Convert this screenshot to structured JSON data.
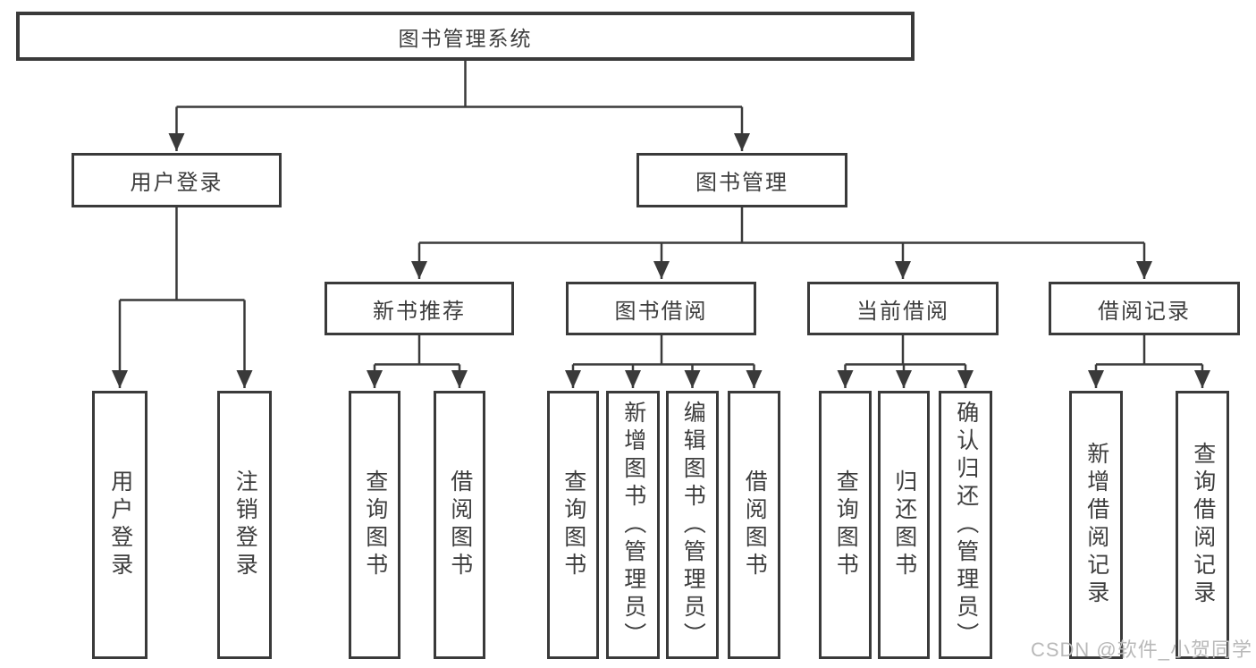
{
  "tree": {
    "root": {
      "label": "图书管理系统",
      "children": [
        {
          "label": "用户登录",
          "children": [
            {
              "label": "用户登录"
            },
            {
              "label": "注销登录"
            }
          ]
        },
        {
          "label": "图书管理",
          "children": [
            {
              "label": "新书推荐",
              "children": [
                {
                  "label": "查询图书"
                },
                {
                  "label": "借阅图书"
                }
              ]
            },
            {
              "label": "图书借阅",
              "children": [
                {
                  "label": "查询图书"
                },
                {
                  "label": "新增图书（管理员）"
                },
                {
                  "label": "编辑图书（管理员）"
                },
                {
                  "label": "借阅图书"
                }
              ]
            },
            {
              "label": "当前借阅",
              "children": [
                {
                  "label": "查询图书"
                },
                {
                  "label": "归还图书"
                },
                {
                  "label": "确认归还（管理员）"
                }
              ]
            },
            {
              "label": "借阅记录",
              "children": [
                {
                  "label": "新增借阅记录"
                },
                {
                  "label": "查询借阅记录"
                }
              ]
            }
          ]
        }
      ]
    }
  },
  "watermark": "CSDN @软件_小贺同学",
  "colors": {
    "line": "#3a3a3a",
    "border": "#3a3a3a",
    "text": "#3d3d3d",
    "background": "#ffffff",
    "watermark": "#b9b9b9"
  }
}
